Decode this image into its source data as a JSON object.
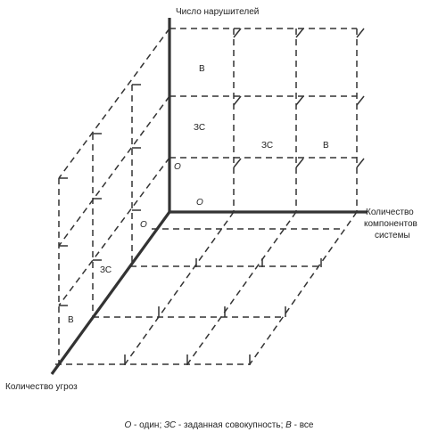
{
  "axes": {
    "vertical_label": "Число нарушителей",
    "right_label_lines": [
      "Количество",
      "компонентов",
      "системы"
    ],
    "depth_label": "Количество угроз"
  },
  "cells": {
    "top_left": "В",
    "mid_left": "ЗС",
    "mid_center": "ЗС",
    "mid_right": "В",
    "origin_upper": "О",
    "origin_lower": "О",
    "left_face_o": "О",
    "left_face_zs": "ЗС",
    "left_face_v": "В"
  },
  "legend": {
    "o_symbol": "О",
    "o_text": " - один; ",
    "zs_symbol": "ЗС",
    "zs_text": " - заданная совокупность; ",
    "v_symbol": "В",
    "v_text": " - все"
  }
}
